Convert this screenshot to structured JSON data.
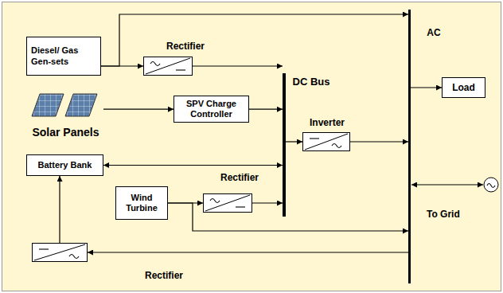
{
  "diagram": {
    "nodes": [
      {
        "text": [
          "Diesel/ Gas Gen-sets"
        ]
      },
      {
        "text": [
          "Rectifier"
        ]
      },
      {
        "text": [
          "AC"
        ]
      },
      {
        "text": [
          "DC Bus"
        ]
      },
      {
        "text": [
          "Load"
        ]
      },
      {
        "text": [
          "Solar Panels"
        ]
      },
      {
        "text": [
          "SPV Charge Controller"
        ]
      },
      {
        "text": [
          "Inverter"
        ]
      },
      {
        "text": [
          "Battery Bank"
        ]
      },
      {
        "text": [
          "Rectifier"
        ]
      },
      {
        "text": [
          "Wind Turbine"
        ]
      },
      {
        "text": [
          "Rectifier"
        ]
      }
    ],
    "edges": [
      {
        "from": 0,
        "to": 2,
        "arrow": "to"
      },
      {
        "from": 0,
        "to": 1,
        "arrow": "to"
      },
      {
        "from": 1,
        "to": 3,
        "arrow": "to"
      },
      {
        "from": 5,
        "to": 6,
        "arrow": "to"
      },
      {
        "from": 6,
        "to": 3,
        "arrow": "to"
      },
      {
        "from": 8,
        "to": 3,
        "arrow": "both"
      },
      {
        "from": 3,
        "to": 7,
        "arrow": "to"
      },
      {
        "from": 7,
        "to": 2,
        "arrow": "to"
      },
      {
        "from": 2,
        "to": 4,
        "arrow": "to"
      },
      {
        "from": 10,
        "to": 9,
        "arrow": "to"
      },
      {
        "from": 9,
        "to": 3,
        "arrow": "to"
      },
      {
        "from": 10,
        "to": 2,
        "arrow": "to"
      },
      {
        "from": 2,
        "to": 11,
        "arrow": "to"
      },
      {
        "from": 11,
        "to": 8,
        "arrow": "to"
      }
    ],
    "labels": [
      "To Grid"
    ]
  }
}
